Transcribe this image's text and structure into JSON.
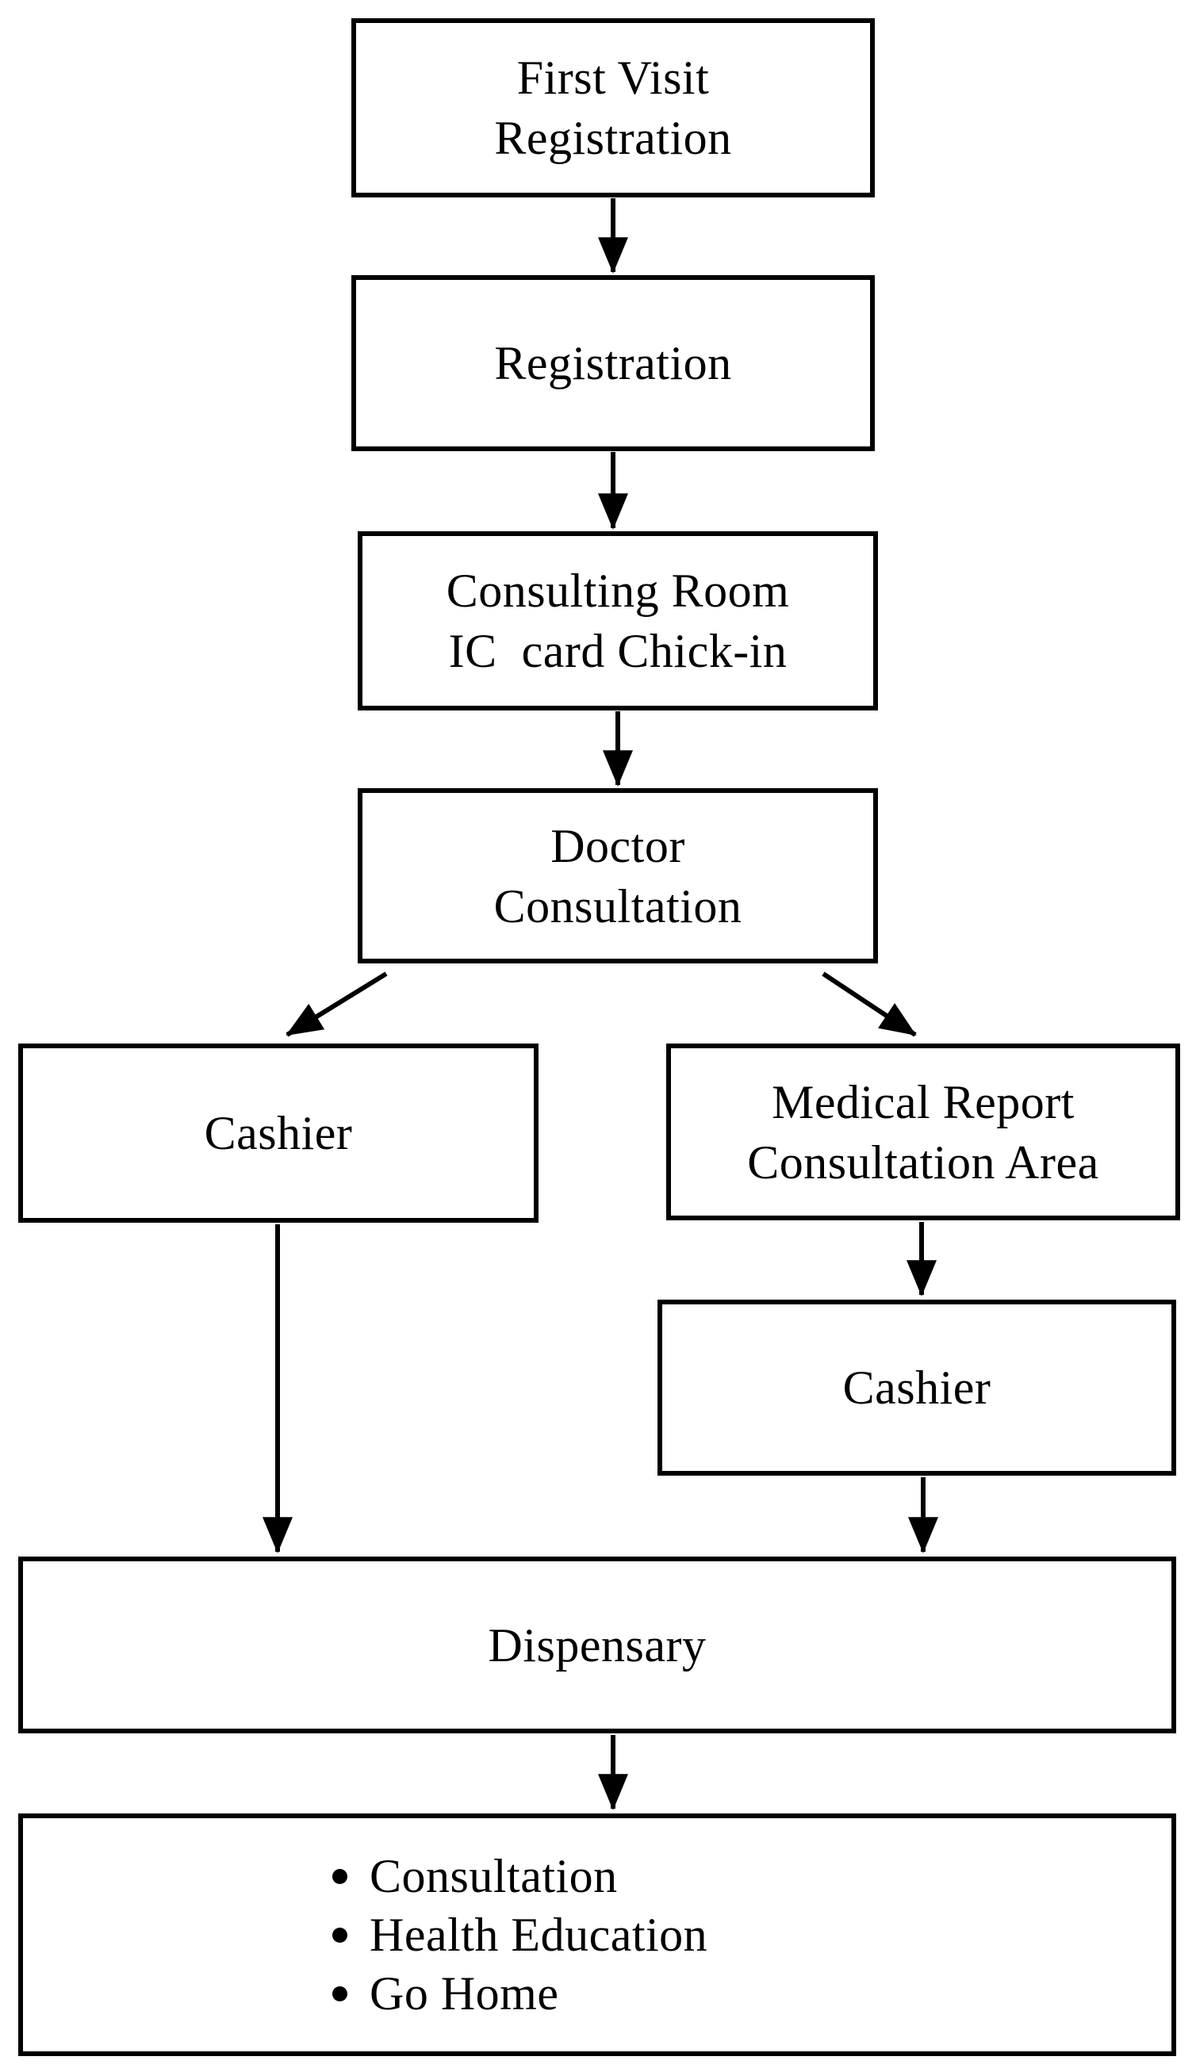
{
  "flowchart": {
    "nodes": {
      "first_visit": {
        "lines": [
          "First Visit",
          "Registration"
        ]
      },
      "registration": {
        "lines": [
          "Registration"
        ]
      },
      "consulting_room": {
        "lines": [
          "Consulting Room",
          "IC  card Chick-in"
        ]
      },
      "doctor_consultation": {
        "lines": [
          "Doctor",
          "Consultation"
        ]
      },
      "cashier_left": {
        "lines": [
          "Cashier"
        ]
      },
      "medical_report": {
        "lines": [
          "Medical Report",
          "Consultation Area"
        ]
      },
      "cashier_right": {
        "lines": [
          "Cashier"
        ]
      },
      "dispensary": {
        "lines": [
          "Dispensary"
        ]
      },
      "outcome": {
        "bullets": [
          "Consultation",
          "Health Education",
          "Go Home"
        ]
      }
    },
    "edges": [
      {
        "from": "first_visit",
        "to": "registration"
      },
      {
        "from": "registration",
        "to": "consulting_room"
      },
      {
        "from": "consulting_room",
        "to": "doctor_consultation"
      },
      {
        "from": "doctor_consultation",
        "to": "cashier_left"
      },
      {
        "from": "doctor_consultation",
        "to": "medical_report"
      },
      {
        "from": "medical_report",
        "to": "cashier_right"
      },
      {
        "from": "cashier_left",
        "to": "dispensary"
      },
      {
        "from": "cashier_right",
        "to": "dispensary"
      },
      {
        "from": "dispensary",
        "to": "outcome"
      }
    ],
    "colors": {
      "line": "#000000",
      "text": "#000000",
      "box_background": "#ffffff",
      "page_background": "#ffffff"
    }
  }
}
